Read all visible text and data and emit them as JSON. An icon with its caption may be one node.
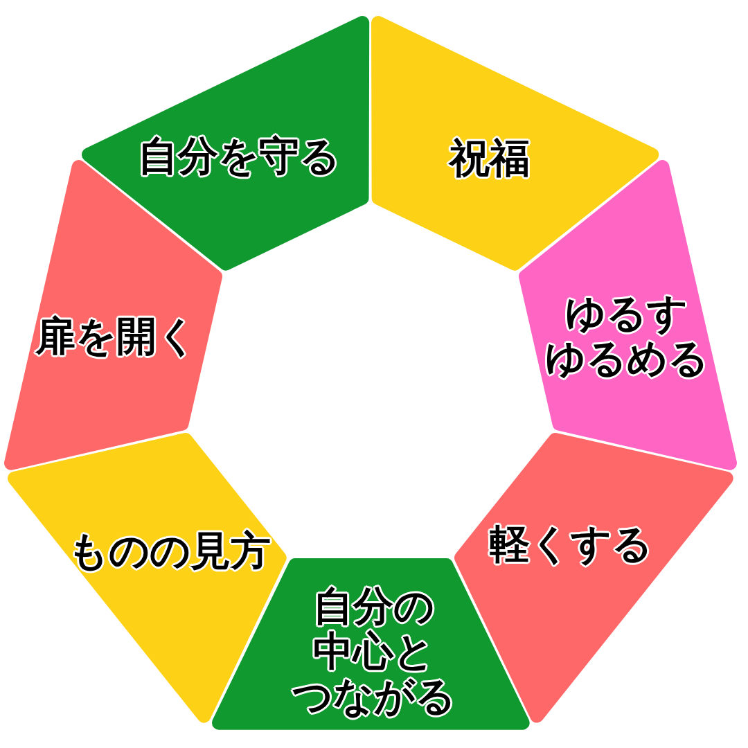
{
  "diagram": {
    "nodes": [
      {
        "text": [
          "自分を守る"
        ]
      },
      {
        "text": [
          "祝福"
        ]
      },
      {
        "text": [
          "扉を開く"
        ]
      },
      {
        "text": [
          "ゆるすゆるめる"
        ]
      },
      {
        "text": [
          "ものの見方"
        ]
      },
      {
        "text": [
          "軽くする"
        ]
      },
      {
        "text": [
          "自分の中心とつながる"
        ]
      }
    ]
  }
}
